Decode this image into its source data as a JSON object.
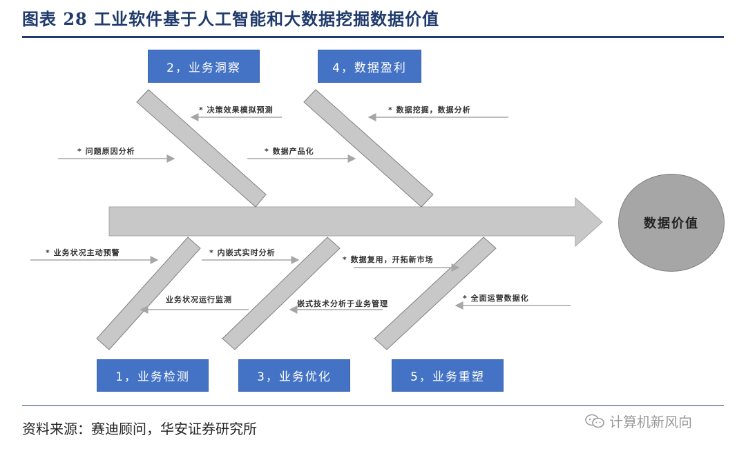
{
  "title": "图表 28 工业软件基于人工智能和大数据挖掘数据价值",
  "diagram": {
    "result": "数据价值",
    "categories": {
      "cat1": "1，业务检测",
      "cat2": "2，业务洞察",
      "cat3": "3，业务优化",
      "cat4": "4，数据盈利",
      "cat5": "5，业务重塑"
    },
    "causes": {
      "c2a": "* 决策效果模拟预测",
      "c2b": "* 问题原因分析",
      "c4a": "* 数据挖掘，数据分析",
      "c4b": "* 数据产品化",
      "c1a": "* 业务状况主动预警",
      "c1b": "业务状况运行监测",
      "c3a": "* 内嵌式实时分析",
      "c3b": "嵌式技术分析于业务管理",
      "c5a": "* 数据复用，开拓新市场",
      "c5b": "* 全面运营数据化"
    },
    "colors": {
      "box": "#4472c4",
      "bone": "#bfbfbf",
      "circle": "#a6a6a6",
      "arrow": "#a6a6a6"
    }
  },
  "source": "资料来源：赛迪顾问，华安证券研究所",
  "watermark": "计算机新风向"
}
